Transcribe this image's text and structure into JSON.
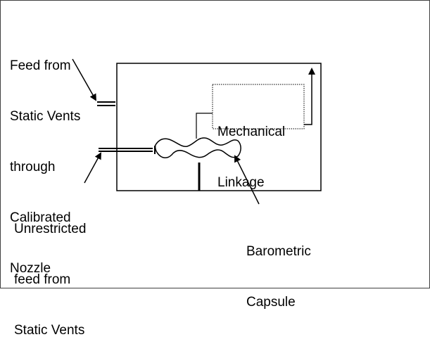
{
  "diagram": {
    "labels": {
      "feed_calibrated": [
        "Feed from",
        "Static Vents",
        "through",
        "Calibrated",
        "Nozzle"
      ],
      "mechanical_linkage": [
        "Mechanical",
        "Linkage"
      ],
      "unrestricted_feed": [
        "Unrestricted",
        "feed from",
        "Static Vents"
      ],
      "barometric_capsule": [
        "Barometric",
        "Capsule"
      ]
    },
    "colors": {
      "stroke": "#000000",
      "background": "#ffffff",
      "frame": "#404040"
    }
  }
}
